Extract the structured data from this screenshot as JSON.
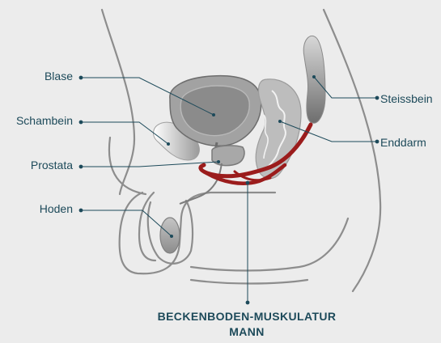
{
  "labels": {
    "blase": "Blase",
    "schambein": "Schambein",
    "prostata": "Prostata",
    "hoden": "Hoden",
    "steissbein": "Steissbein",
    "enddarm": "Enddarm"
  },
  "caption": {
    "line1": "BECKENBODEN-MUSKULATUR",
    "line2": "MANN"
  },
  "colors": {
    "background": "#ececec",
    "outline": "#8a8a8a",
    "organ_fill": "#a9a9a9",
    "organ_dark": "#7f7f7f",
    "muscle": "#9b1c1c",
    "label_text": "#1d4a5a",
    "leader_line": "#1d4a5a"
  }
}
